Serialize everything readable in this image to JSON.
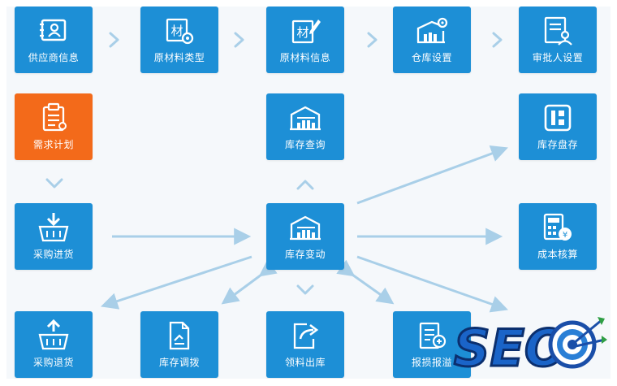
{
  "nodes": [
    {
      "id": "supplier",
      "label": "供应商信息",
      "icon": "contact-card-icon"
    },
    {
      "id": "material-type",
      "label": "原材料类型",
      "icon": "material-gear-icon"
    },
    {
      "id": "material-info",
      "label": "原材料信息",
      "icon": "material-edit-icon"
    },
    {
      "id": "warehouse-settings",
      "label": "仓库设置",
      "icon": "warehouse-gear-icon"
    },
    {
      "id": "approver-settings",
      "label": "审批人设置",
      "icon": "approver-document-icon"
    },
    {
      "id": "demand-plan",
      "label": "需求计划",
      "icon": "clipboard-icon"
    },
    {
      "id": "inventory-query",
      "label": "库存查询",
      "icon": "warehouse-icon"
    },
    {
      "id": "inventory-count",
      "label": "库存盘存",
      "icon": "ledger-icon"
    },
    {
      "id": "purchase-in",
      "label": "采购进货",
      "icon": "basket-down-icon"
    },
    {
      "id": "inventory-change",
      "label": "库存变动",
      "icon": "warehouse-icon"
    },
    {
      "id": "cost-accounting",
      "label": "成本核算",
      "icon": "calculator-yen-icon"
    },
    {
      "id": "purchase-return",
      "label": "采购退货",
      "icon": "basket-up-icon"
    },
    {
      "id": "inventory-transfer",
      "label": "库存调拨",
      "icon": "document-icon"
    },
    {
      "id": "material-issue",
      "label": "领料出库",
      "icon": "export-icon"
    },
    {
      "id": "damage-report",
      "label": "报损报溢",
      "icon": "report-icon"
    }
  ],
  "watermark": {
    "text": "SEO",
    "icon": "target-arrows-icon"
  },
  "colors": {
    "node": "#1d8fd6",
    "highlight": "#f36a1a",
    "connector": "#a9cfe8",
    "background": "#f5f8fb"
  }
}
